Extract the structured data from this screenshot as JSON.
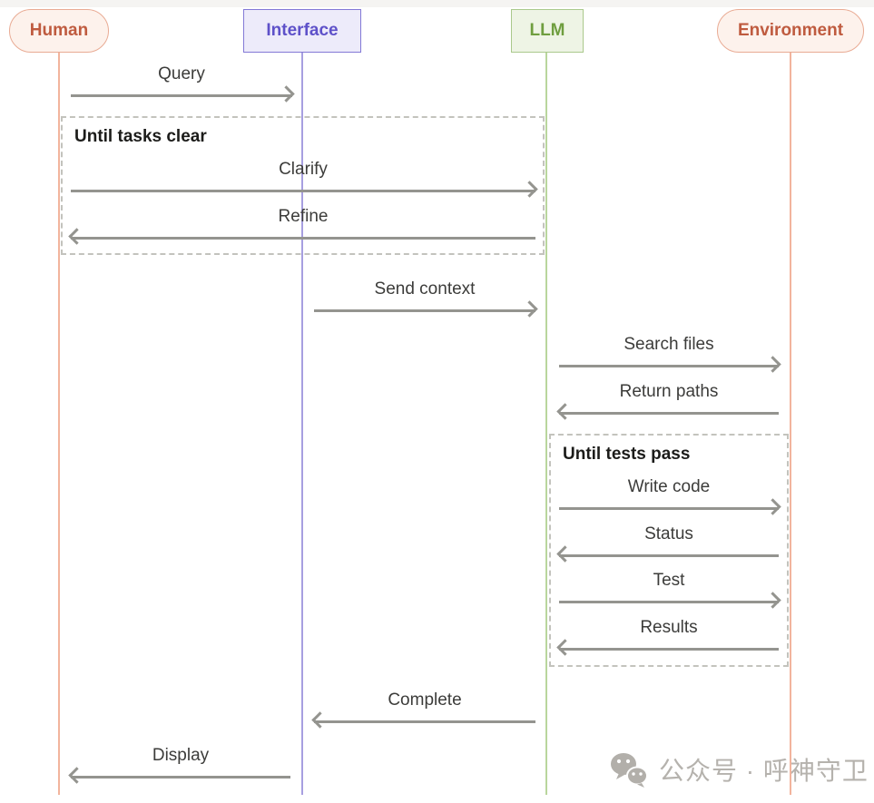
{
  "diagram": {
    "title": "Human-Interface-LLM-Environment sequence diagram",
    "actors": [
      {
        "id": "human",
        "label": "Human",
        "shape": "pill",
        "text_color": "#bf5b3f",
        "border_color": "#e9ab94",
        "fill_color": "#fdf2ec"
      },
      {
        "id": "interface",
        "label": "Interface",
        "shape": "rect",
        "text_color": "#5e51c9",
        "border_color": "#8379d6",
        "fill_color": "#edebfa"
      },
      {
        "id": "llm",
        "label": "LLM",
        "shape": "rect",
        "text_color": "#6f9e3f",
        "border_color": "#aac98c",
        "fill_color": "#eef4e5"
      },
      {
        "id": "environment",
        "label": "Environment",
        "shape": "pill",
        "text_color": "#bf5b3f",
        "border_color": "#e9ab94",
        "fill_color": "#fbeee9"
      }
    ],
    "messages": [
      {
        "label": "Query",
        "from": "Human",
        "to": "Interface",
        "direction": "right"
      },
      {
        "label": "Clarify",
        "from": "Human",
        "to": "LLM",
        "direction": "right"
      },
      {
        "label": "Refine",
        "from": "LLM",
        "to": "Human",
        "direction": "left"
      },
      {
        "label": "Send context",
        "from": "Interface",
        "to": "LLM",
        "direction": "right"
      },
      {
        "label": "Search files",
        "from": "LLM",
        "to": "Environment",
        "direction": "right"
      },
      {
        "label": "Return paths",
        "from": "Environment",
        "to": "LLM",
        "direction": "left"
      },
      {
        "label": "Write code",
        "from": "LLM",
        "to": "Environment",
        "direction": "right"
      },
      {
        "label": "Status",
        "from": "Environment",
        "to": "LLM",
        "direction": "left"
      },
      {
        "label": "Test",
        "from": "LLM",
        "to": "Environment",
        "direction": "right"
      },
      {
        "label": "Results",
        "from": "Environment",
        "to": "LLM",
        "direction": "left"
      },
      {
        "label": "Complete",
        "from": "LLM",
        "to": "Interface",
        "direction": "left"
      },
      {
        "label": "Display",
        "from": "Interface",
        "to": "Human",
        "direction": "left"
      }
    ],
    "loops": [
      {
        "title": "Until tasks clear",
        "contains": [
          "Clarify",
          "Refine"
        ]
      },
      {
        "title": "Until tests pass",
        "contains": [
          "Write code",
          "Status",
          "Test",
          "Results"
        ]
      }
    ],
    "colors": {
      "arrow": "#94948f",
      "message_text": "#3c3c3a",
      "loop_border": "#c3c3bd",
      "loop_title_text": "#1c1c1a",
      "lifeline_salmon": "#f2b49d",
      "lifeline_purple": "#a79fe0",
      "lifeline_green": "#b9d69d"
    }
  },
  "watermark": {
    "icon": "wechat-icon",
    "text": "公众号 · 呼神守卫",
    "color": "#b5b2ad"
  }
}
